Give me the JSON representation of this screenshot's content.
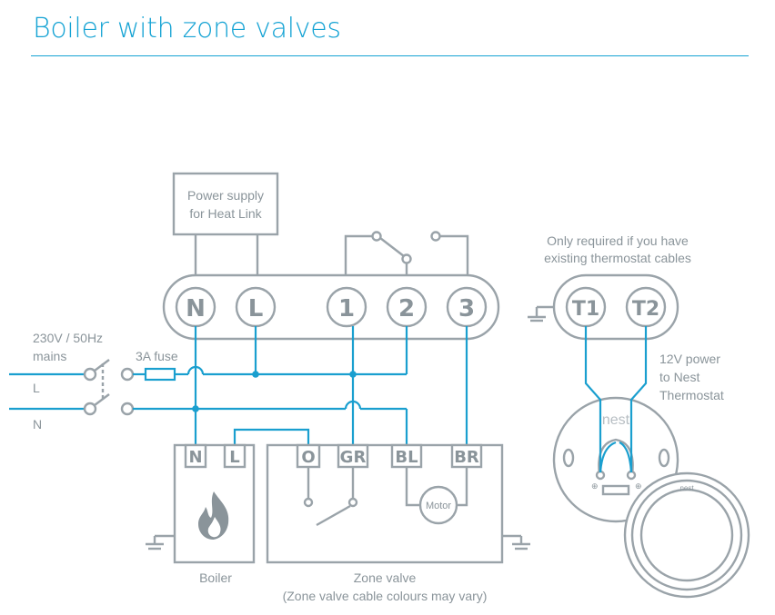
{
  "title": "Boiler with zone valves",
  "heat_link": {
    "psu_label_line1": "Power supply",
    "psu_label_line2": "for Heat Link",
    "terminals": [
      "N",
      "L",
      "1",
      "2",
      "3"
    ],
    "thermostat_terminals": [
      "T1",
      "T2"
    ]
  },
  "labels": {
    "only_required_line1": "Only required if you have",
    "only_required_line2": "existing thermostat cables",
    "mains_line1": "230V / 50Hz",
    "mains_line2": "mains",
    "fuse": "3A fuse",
    "live": "L",
    "neutral": "N",
    "power12_line1": "12V power",
    "power12_line2": "to Nest",
    "power12_line3": "Thermostat",
    "boiler": "Boiler",
    "zone_valve": "Zone valve",
    "zone_valve_note": "(Zone valve cable colours may vary)",
    "motor": "Motor",
    "nest_logo": "nest"
  },
  "boiler_terminals": [
    "N",
    "L"
  ],
  "zone_valve_terminals": [
    "O",
    "GR",
    "BL",
    "BR"
  ],
  "colors": {
    "accent": "#15a3d4",
    "wire": "#1a9fcf",
    "outline": "#9aa3a9",
    "text": "#8a949a"
  }
}
